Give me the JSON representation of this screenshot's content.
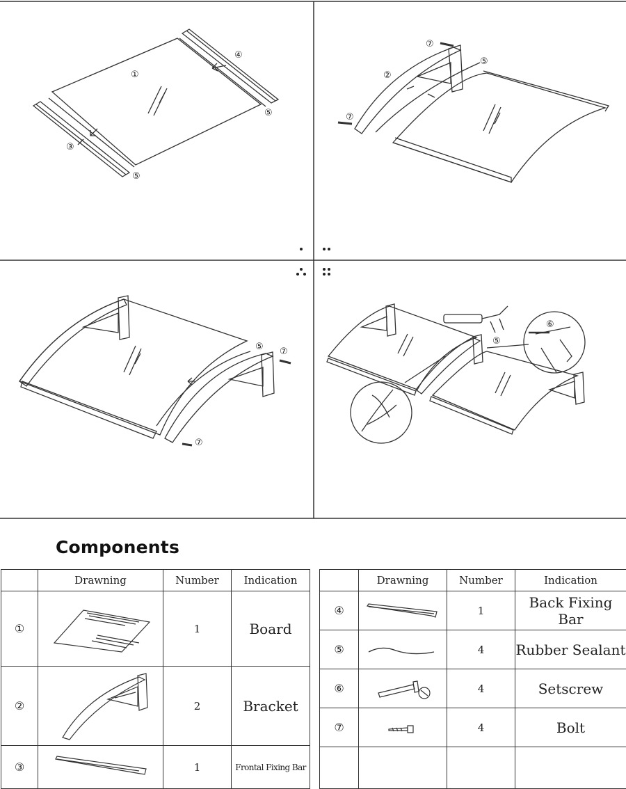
{
  "callouts": {
    "c1": "①",
    "c2": "②",
    "c3": "③",
    "c4": "④",
    "c5": "⑤",
    "c6": "⑥",
    "c7": "⑦"
  },
  "components": {
    "heading": "Components",
    "headers": {
      "drawing": "Drawning",
      "number": "Number",
      "indication": "Indication"
    },
    "left_rows": [
      {
        "id": "①",
        "number": "1",
        "indication": "Board",
        "icon": "board-icon"
      },
      {
        "id": "②",
        "number": "2",
        "indication": "Bracket",
        "icon": "bracket-icon"
      },
      {
        "id": "③",
        "number": "1",
        "indication": "Frontal Fixing Bar",
        "icon": "frontal-bar-icon"
      }
    ],
    "right_rows": [
      {
        "id": "④",
        "number": "1",
        "indication": "Back Fixing Bar",
        "icon": "back-bar-icon"
      },
      {
        "id": "⑤",
        "number": "4",
        "indication": "Rubber Sealant",
        "icon": "rubber-sealant-icon"
      },
      {
        "id": "⑥",
        "number": "4",
        "indication": "Setscrew",
        "icon": "setscrew-icon"
      },
      {
        "id": "⑦",
        "number": "4",
        "indication": "Bolt",
        "icon": "bolt-icon"
      }
    ]
  },
  "colors": {
    "line": "#333333",
    "background": "#ffffff"
  }
}
